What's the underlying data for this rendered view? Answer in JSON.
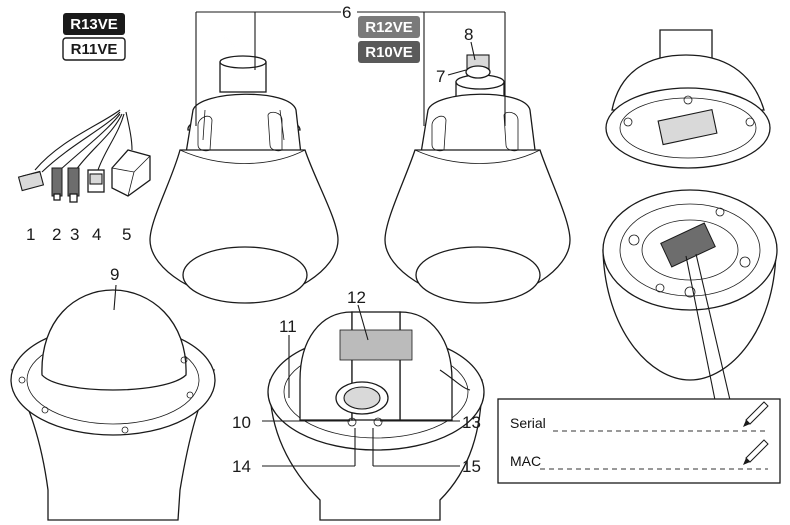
{
  "badges": {
    "r13ve": "R13VE",
    "r11ve": "R11VE",
    "r12ve": "R12VE",
    "r10ve": "R10VE"
  },
  "callouts": {
    "n1": "1",
    "n2": "2",
    "n3": "3",
    "n4": "4",
    "n5": "5",
    "n6": "6",
    "n7": "7",
    "n8": "8",
    "n9": "9",
    "n10": "10",
    "n11": "11",
    "n12": "12",
    "n13": "13",
    "n14": "14",
    "n15": "15"
  },
  "label_card": {
    "serial": "Serial",
    "mac": "MAC"
  },
  "icons": {
    "pencil": "pencil-icon"
  }
}
